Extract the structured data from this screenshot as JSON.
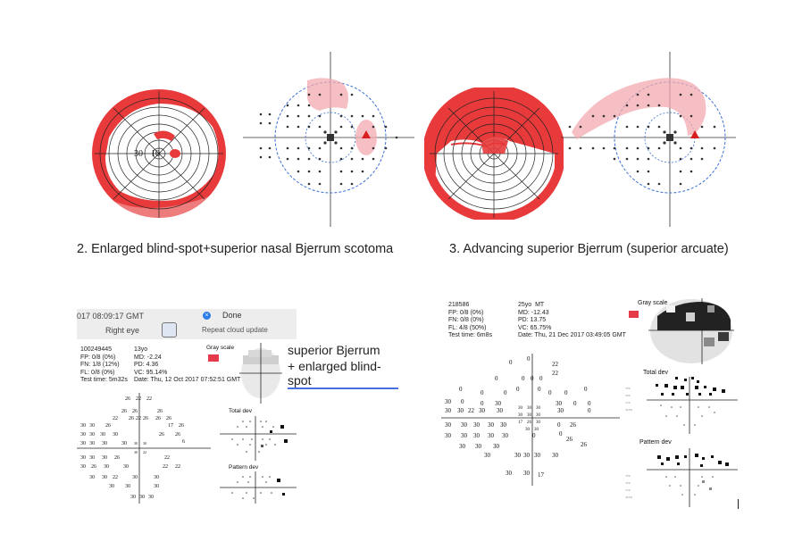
{
  "figure": {
    "caption_2": "2. Enlarged blind-spot+superior nasal Bjerrum scotoma",
    "caption_3": "3. Advancing superior Bjerrum (superior arcuate)",
    "chart1_labels": {
      "r30": "30",
      "r10": "10"
    }
  },
  "panel_left": {
    "timestamp": "017 08:09:17 GMT",
    "done_label": "Done",
    "eye_label": "Right eye",
    "repeat_label": "Repeat cloud update",
    "id": "100249445",
    "age": "13yo",
    "fp": "FP: 0/8 (0%)",
    "fn": "FN: 1/8 (12%)",
    "fl": "FL: 0/8 (0%)",
    "test_time": "Test time: 5m32s",
    "md": "MD: -2.24",
    "pd": "PD: 4.36",
    "vc": "VC: 95.14%",
    "date": "Date: Thu, 12 Oct 2017 07:52:51 GMT",
    "gray_scale": "Gray scale",
    "total_dev": "Total dev",
    "pattern_dev": "Pattern dev",
    "annotation_line1": "superior Bjerrum",
    "annotation_line2": "+ enlarged blind-spot"
  },
  "panel_right": {
    "id": "218586",
    "age": "25yo",
    "sex": "MT",
    "fp": "FP: 0/8 (0%)",
    "fn": "FN: 0/8 (0%)",
    "fl": "FL: 4/8 (50%)",
    "test_time": "Test time: 6m8s",
    "md": "MD: -12.43",
    "pd": "PD: 13.75",
    "vc": "VC: 65.75%",
    "date": "Date: Thu, 21 Dec 2017 03:49:05 GMT",
    "gray_scale": "Gray scale",
    "total_dev": "Total dev",
    "pattern_dev": "Pattern dev"
  }
}
